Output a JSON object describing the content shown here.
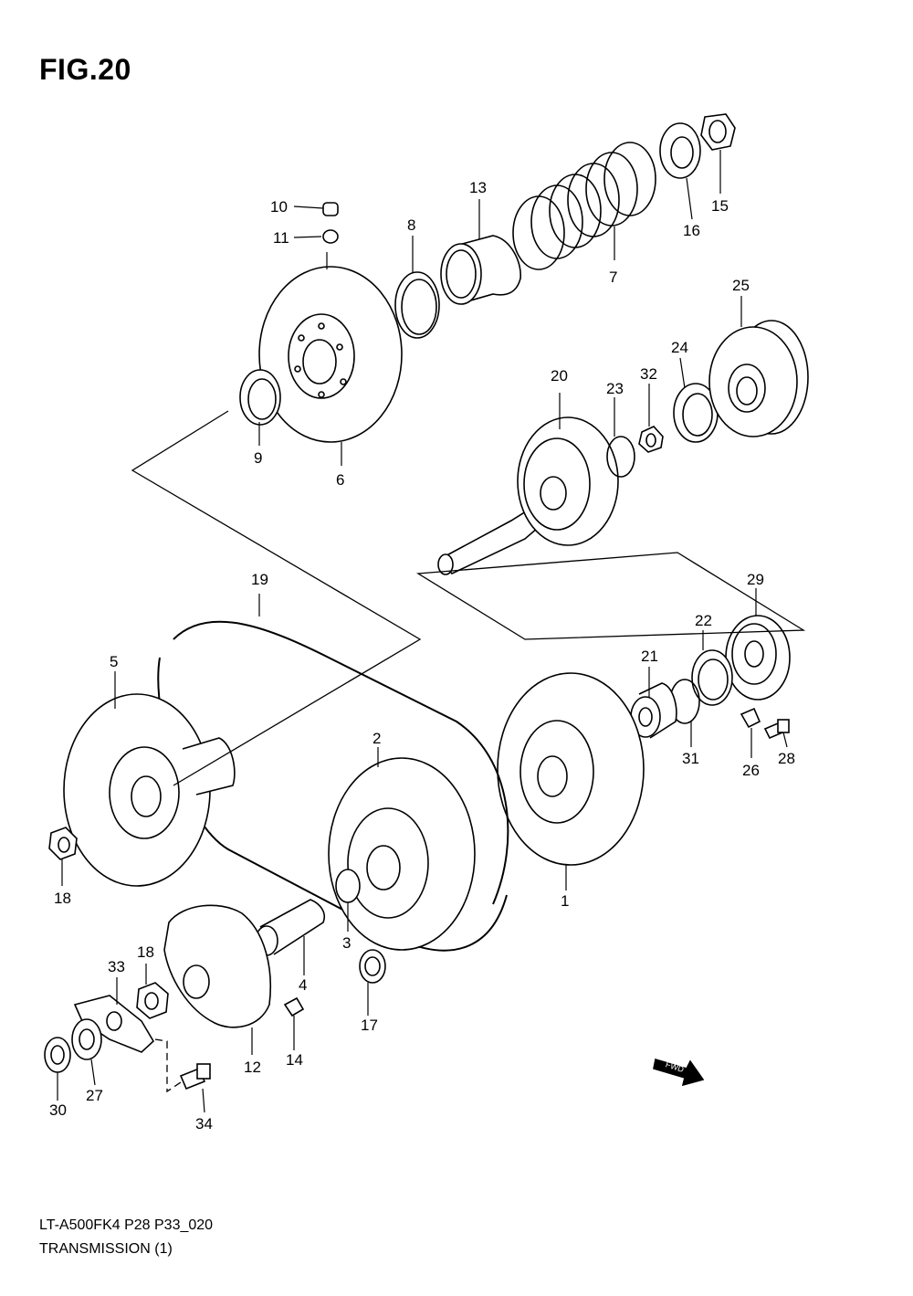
{
  "title": "FIG.20",
  "footer": {
    "code": "LT-A500FK4  P28  P33_020",
    "name": "TRANSMISSION (1)"
  },
  "callouts": [
    "1",
    "2",
    "3",
    "4",
    "5",
    "6",
    "7",
    "8",
    "9",
    "10",
    "11",
    "12",
    "13",
    "14",
    "15",
    "16",
    "17",
    "18",
    "18",
    "19",
    "20",
    "21",
    "22",
    "23",
    "24",
    "25",
    "26",
    "27",
    "28",
    "29",
    "30",
    "31",
    "32",
    "33",
    "34"
  ],
  "fwd_label": "FWD"
}
